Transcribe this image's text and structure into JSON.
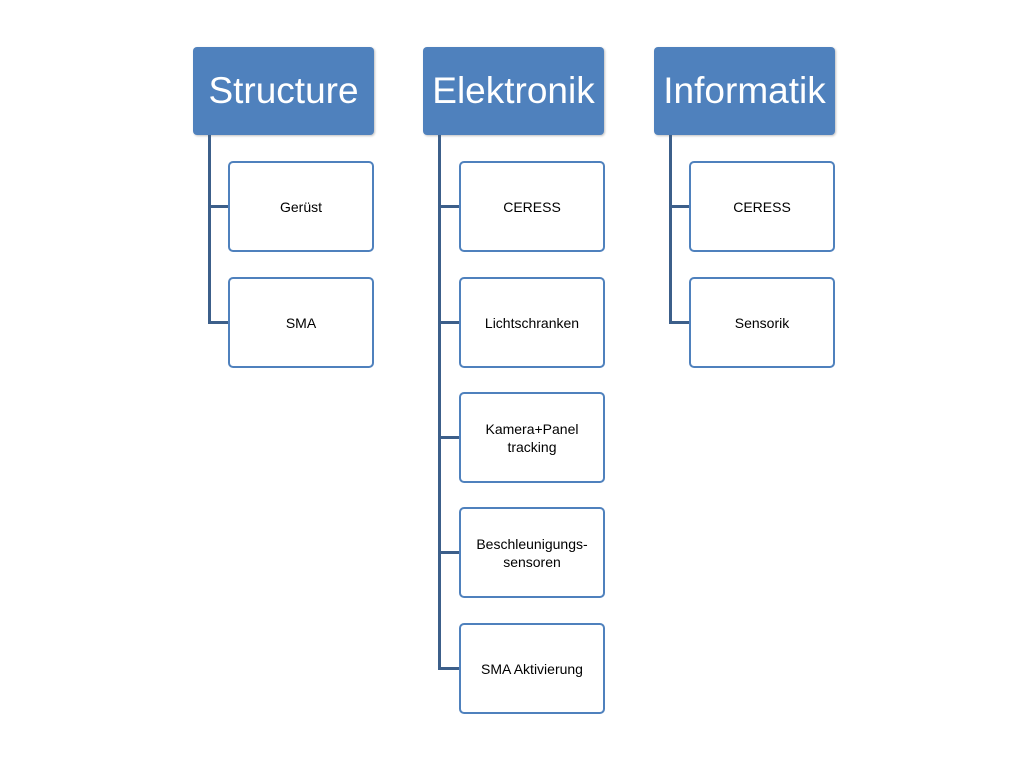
{
  "columns": [
    {
      "header": "Structure",
      "items": [
        "Gerüst",
        "SMA"
      ]
    },
    {
      "header": "Elektronik",
      "items": [
        "CERESS",
        "Lichtschranken",
        "Kamera+Panel\ntracking",
        "Beschleunigungs-\nsensoren",
        "SMA Aktivierung"
      ]
    },
    {
      "header": "Informatik",
      "items": [
        "CERESS",
        "Sensorik"
      ]
    }
  ],
  "colors": {
    "header_fill": "#4f81bd",
    "item_border": "#4f81bd",
    "connector": "#3c5f8a"
  }
}
